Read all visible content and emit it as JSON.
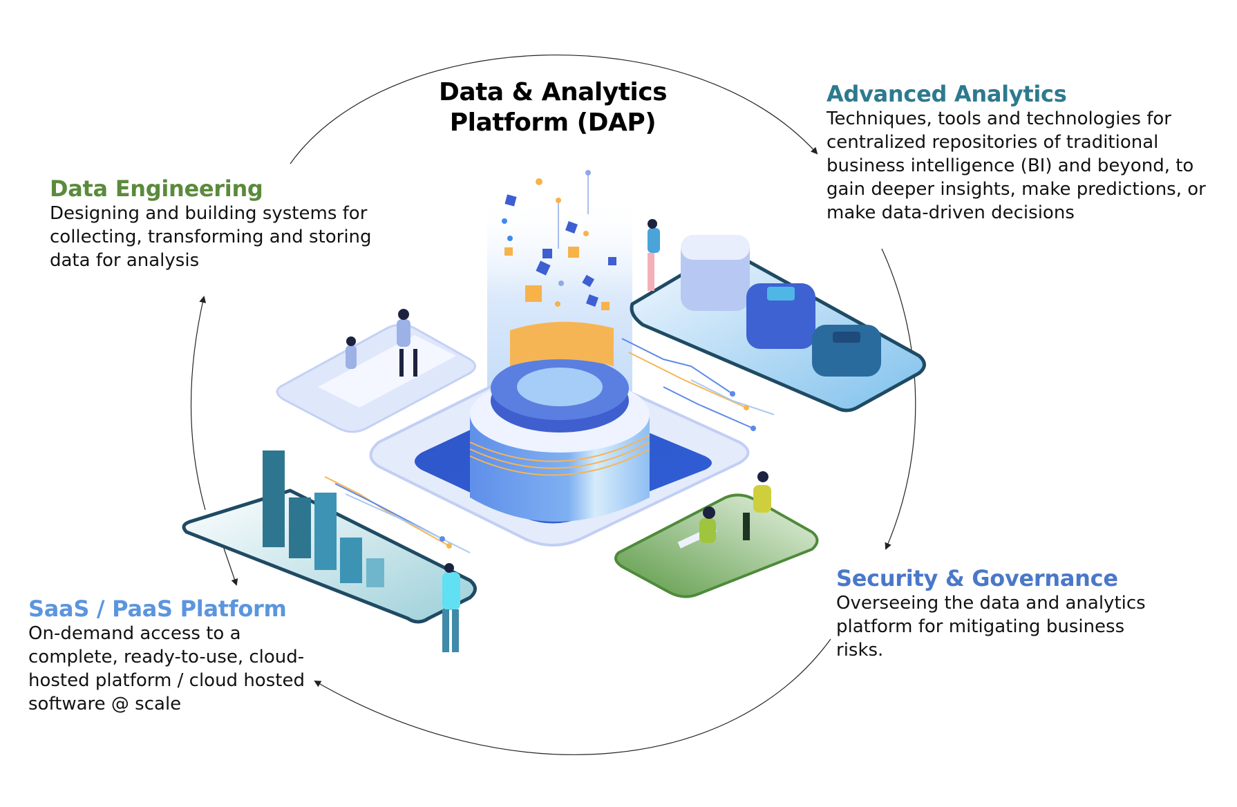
{
  "title": {
    "line1": "Data & Analytics",
    "line2": "Platform (DAP)"
  },
  "colors": {
    "data_engineering": "#5b8a3c",
    "advanced_analytics": "#2d7a8e",
    "saas_paas": "#5b95dd",
    "security_governance": "#4a78c9",
    "arrow": "#222222",
    "platform_blue": "#4a6fd8",
    "accent_orange": "#f6b554",
    "teal_bar": "#2e7690",
    "green_pad": "#4f8a3a"
  },
  "sections": {
    "data_engineering": {
      "heading": "Data Engineering",
      "lines": [
        "Designing and building systems for",
        "collecting, transforming and storing",
        "data for analysis"
      ]
    },
    "advanced_analytics": {
      "heading": "Advanced Analytics",
      "lines": [
        "Techniques, tools and technologies for",
        "centralized repositories of traditional",
        "business intelligence (BI) and beyond, to",
        "gain deeper insights, make predictions, or",
        "make data-driven decisions"
      ]
    },
    "saas_paas": {
      "heading": "SaaS / PaaS Platform",
      "lines": [
        "On-demand access to a",
        "complete, ready-to-use, cloud-",
        "hosted platform / cloud hosted",
        "software @ scale"
      ]
    },
    "security_governance": {
      "heading": "Security & Governance",
      "lines": [
        "Overseeing the data and analytics",
        "platform for mitigating business",
        "risks."
      ]
    }
  },
  "cycle": {
    "direction": "clockwise",
    "order": [
      "Data Engineering",
      "Advanced Analytics",
      "Security & Governance",
      "SaaS / PaaS Platform"
    ]
  }
}
